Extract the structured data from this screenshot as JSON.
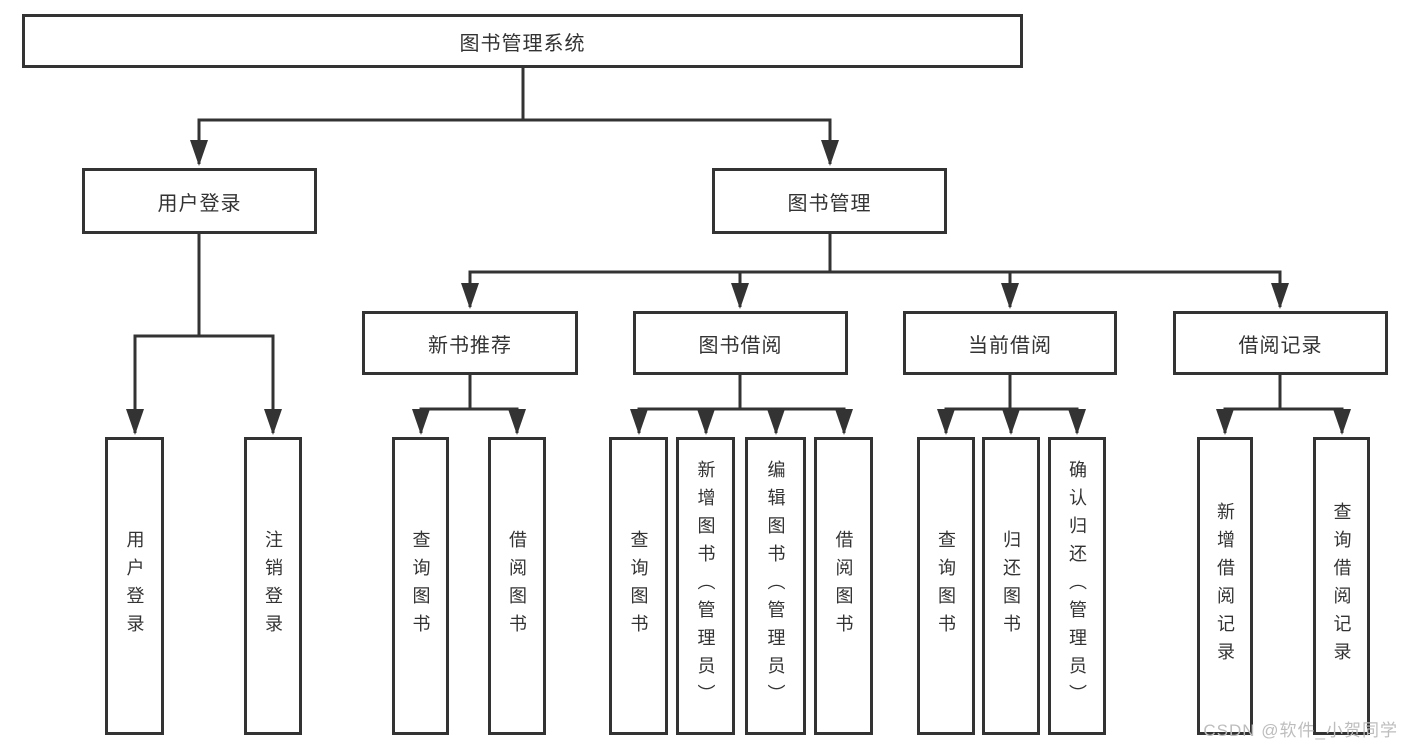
{
  "colors": {
    "line": "#333333",
    "text": "#333333",
    "watermark": "#bdbdbd",
    "background": "#ffffff"
  },
  "watermark": "CSDN @软件_小贺同学",
  "tree": {
    "root": "图书管理系统",
    "level2": [
      "用户登录",
      "图书管理"
    ],
    "level3": [
      "新书推荐",
      "图书借阅",
      "当前借阅",
      "借阅记录"
    ],
    "leaves": [
      "用户登录",
      "注销登录",
      "查询图书",
      "借阅图书",
      "查询图书",
      "新增图书（管理员）",
      "编辑图书（管理员）",
      "借阅图书",
      "查询图书",
      "归还图书",
      "确认归还（管理员）",
      "新增借阅记录",
      "查询借阅记录"
    ]
  }
}
